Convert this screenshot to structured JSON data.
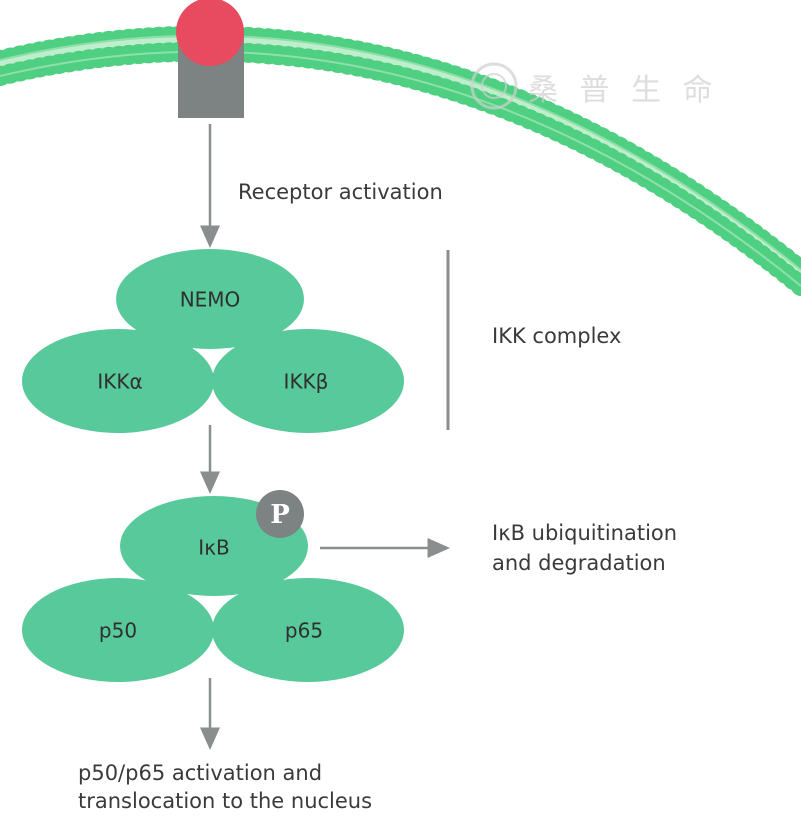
{
  "labels": {
    "receptor_activation": "Receptor activation",
    "nemo": "NEMO",
    "ikk_alpha": "IKKα",
    "ikk_beta": "IKKβ",
    "ikk_complex": "IKK complex",
    "ikb": "IκB",
    "phospho": "P",
    "ikb_fate_line1": "IκB ubiquitination",
    "ikb_fate_line2": "and degradation",
    "p50": "p50",
    "p65": "p65",
    "outcome_line1": "p50/p65 activation and",
    "outcome_line2": "translocation to the nucleus"
  },
  "watermark": {
    "text": "桑 普 生 命"
  },
  "colors": {
    "protein": "#58c99a",
    "membrane": "#4fcf82",
    "membrane_inner": "#bfeecd",
    "receptor_ligand": "#e84a5f",
    "receptor_body": "#7d8383",
    "phospho": "#7d8383",
    "arrow": "#8a8e8e"
  }
}
